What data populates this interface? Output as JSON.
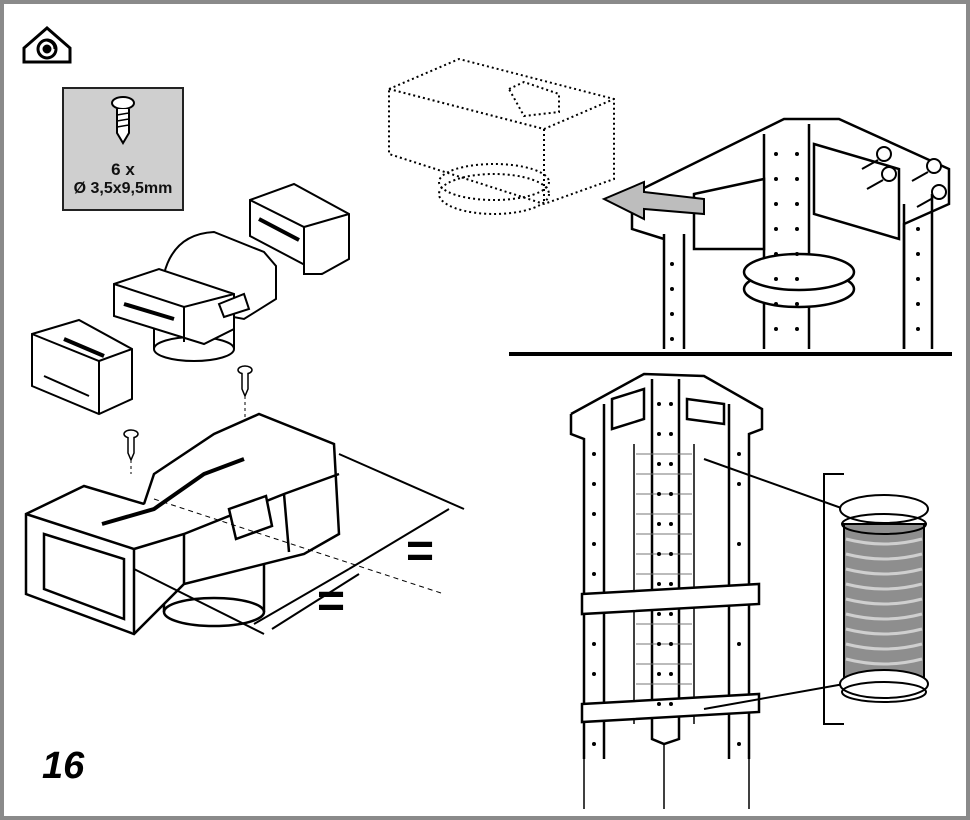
{
  "step": {
    "number": "16"
  },
  "screws": {
    "count": "6 x",
    "size": "Ø 3,5x9,5mm"
  },
  "dimension_marks": [
    "=",
    "="
  ],
  "icons": {
    "corner": "extraction-mode-house-icon",
    "screw": "screw-icon",
    "arrow": "insert-direction-arrow-icon",
    "flex_pipe": "flexible-pipe-icon"
  }
}
